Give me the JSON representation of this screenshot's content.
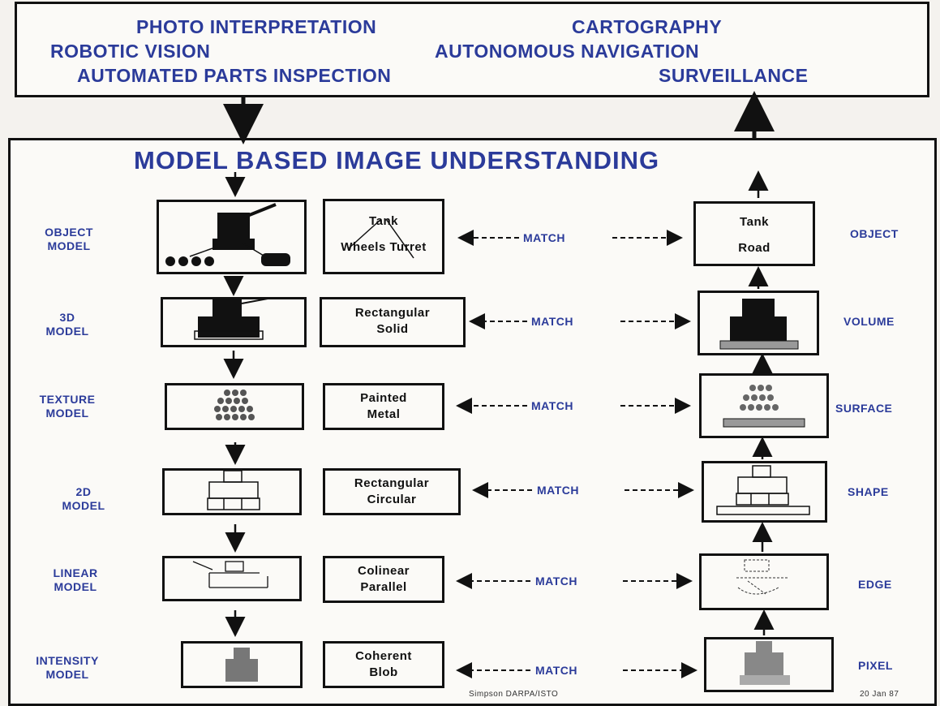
{
  "applications": {
    "photo_interpretation": "PHOTO INTERPRETATION",
    "cartography": "CARTOGRAPHY",
    "robotic_vision": "ROBOTIC VISION",
    "autonomous_navigation": "AUTONOMOUS NAVIGATION",
    "automated_parts_inspection": "AUTOMATED PARTS INSPECTION",
    "surveillance": "SURVEILLANCE"
  },
  "title": "MODEL BASED IMAGE UNDERSTANDING",
  "levels": [
    {
      "model": "OBJECT\nMODEL",
      "description": "Tank\nWheels Turret",
      "match": "MATCH",
      "observed": "Tank\nRoad",
      "data_level": "OBJECT"
    },
    {
      "model": "3D\nMODEL",
      "description": "Rectangular\nSolid",
      "match": "MATCH",
      "observed": "",
      "data_level": "VOLUME"
    },
    {
      "model": "TEXTURE\nMODEL",
      "description": "Painted\nMetal",
      "match": "MATCH",
      "observed": "",
      "data_level": "SURFACE"
    },
    {
      "model": "2D\nMODEL",
      "description": "Rectangular\nCircular",
      "match": "MATCH",
      "observed": "",
      "data_level": "SHAPE"
    },
    {
      "model": "LINEAR\nMODEL",
      "description": "Colinear\nParallel",
      "match": "MATCH",
      "observed": "",
      "data_level": "EDGE"
    },
    {
      "model": "INTENSITY\nMODEL",
      "description": "Coherent\nBlob",
      "match": "MATCH",
      "observed": "",
      "data_level": "PIXEL"
    }
  ],
  "credit": "Simpson DARPA/ISTO",
  "date": "20 Jan 87",
  "colors": {
    "label_blue": "#2b3b9a",
    "ink": "#111111",
    "paper": "#f4f2ee"
  }
}
